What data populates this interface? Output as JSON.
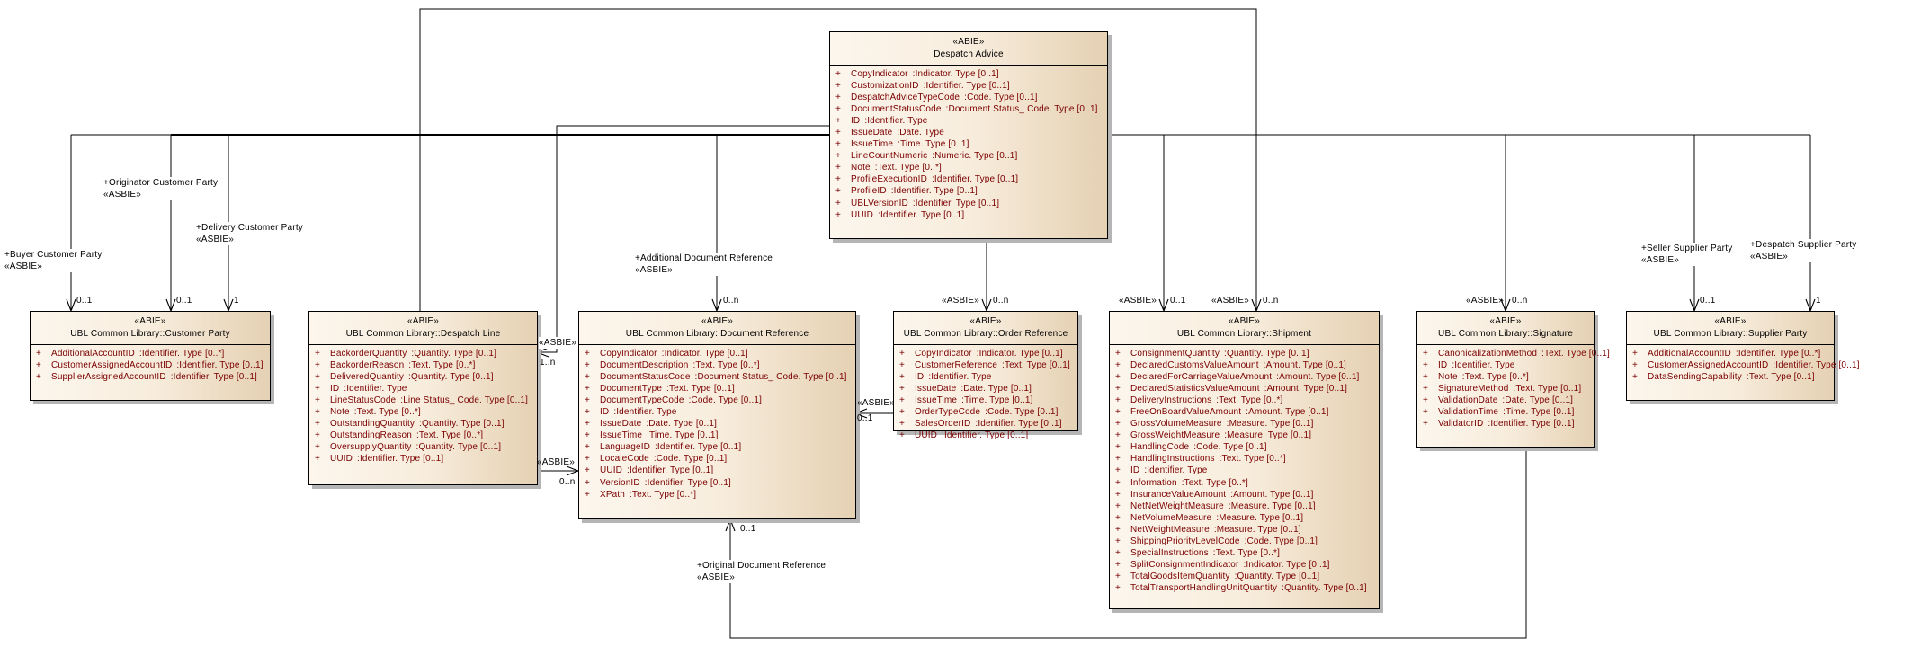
{
  "diagram": {
    "classes": {
      "despatch_advice": {
        "stereotype": "«ABIE»",
        "name": "Despatch Advice",
        "attributes": [
          {
            "visibility": "+",
            "name": "CopyIndicator",
            "type": ":Indicator. Type [0..1]"
          },
          {
            "visibility": "+",
            "name": "CustomizationID",
            "type": ":Identifier. Type [0..1]"
          },
          {
            "visibility": "+",
            "name": "DespatchAdviceTypeCode",
            "type": ":Code. Type [0..1]"
          },
          {
            "visibility": "+",
            "name": "DocumentStatusCode",
            "type": ":Document Status_ Code. Type [0..1]"
          },
          {
            "visibility": "+",
            "name": "ID",
            "type": ":Identifier. Type"
          },
          {
            "visibility": "+",
            "name": "IssueDate",
            "type": ":Date. Type"
          },
          {
            "visibility": "+",
            "name": "IssueTime",
            "type": ":Time. Type [0..1]"
          },
          {
            "visibility": "+",
            "name": "LineCountNumeric",
            "type": ":Numeric. Type [0..1]"
          },
          {
            "visibility": "+",
            "name": "Note",
            "type": ":Text. Type [0..*]"
          },
          {
            "visibility": "+",
            "name": "ProfileExecutionID",
            "type": ":Identifier. Type [0..1]"
          },
          {
            "visibility": "+",
            "name": "ProfileID",
            "type": ":Identifier. Type [0..1]"
          },
          {
            "visibility": "+",
            "name": "UBLVersionID",
            "type": ":Identifier. Type [0..1]"
          },
          {
            "visibility": "+",
            "name": "UUID",
            "type": ":Identifier. Type [0..1]"
          }
        ]
      },
      "customer_party": {
        "stereotype": "«ABIE»",
        "name": "UBL Common Library::Customer Party",
        "attributes": [
          {
            "visibility": "+",
            "name": "AdditionalAccountID",
            "type": ":Identifier. Type [0..*]"
          },
          {
            "visibility": "+",
            "name": "CustomerAssignedAccountID",
            "type": ":Identifier. Type [0..1]"
          },
          {
            "visibility": "+",
            "name": "SupplierAssignedAccountID",
            "type": ":Identifier. Type [0..1]"
          }
        ]
      },
      "despatch_line": {
        "stereotype": "«ABIE»",
        "name": "UBL Common Library::Despatch Line",
        "attributes": [
          {
            "visibility": "+",
            "name": "BackorderQuantity",
            "type": ":Quantity. Type [0..1]"
          },
          {
            "visibility": "+",
            "name": "BackorderReason",
            "type": ":Text. Type [0..*]"
          },
          {
            "visibility": "+",
            "name": "DeliveredQuantity",
            "type": ":Quantity. Type [0..1]"
          },
          {
            "visibility": "+",
            "name": "ID",
            "type": ":Identifier. Type"
          },
          {
            "visibility": "+",
            "name": "LineStatusCode",
            "type": ":Line Status_ Code. Type [0..1]"
          },
          {
            "visibility": "+",
            "name": "Note",
            "type": ":Text. Type [0..*]"
          },
          {
            "visibility": "+",
            "name": "OutstandingQuantity",
            "type": ":Quantity. Type [0..1]"
          },
          {
            "visibility": "+",
            "name": "OutstandingReason",
            "type": ":Text. Type [0..*]"
          },
          {
            "visibility": "+",
            "name": "OversupplyQuantity",
            "type": ":Quantity. Type [0..1]"
          },
          {
            "visibility": "+",
            "name": "UUID",
            "type": ":Identifier. Type [0..1]"
          }
        ]
      },
      "document_reference": {
        "stereotype": "«ABIE»",
        "name": "UBL Common Library::Document Reference",
        "attributes": [
          {
            "visibility": "+",
            "name": "CopyIndicator",
            "type": ":Indicator. Type [0..1]"
          },
          {
            "visibility": "+",
            "name": "DocumentDescription",
            "type": ":Text. Type [0..*]"
          },
          {
            "visibility": "+",
            "name": "DocumentStatusCode",
            "type": ":Document Status_ Code. Type [0..1]"
          },
          {
            "visibility": "+",
            "name": "DocumentType",
            "type": ":Text. Type [0..1]"
          },
          {
            "visibility": "+",
            "name": "DocumentTypeCode",
            "type": ":Code. Type [0..1]"
          },
          {
            "visibility": "+",
            "name": "ID",
            "type": ":Identifier. Type"
          },
          {
            "visibility": "+",
            "name": "IssueDate",
            "type": ":Date. Type [0..1]"
          },
          {
            "visibility": "+",
            "name": "IssueTime",
            "type": ":Time. Type [0..1]"
          },
          {
            "visibility": "+",
            "name": "LanguageID",
            "type": ":Identifier. Type [0..1]"
          },
          {
            "visibility": "+",
            "name": "LocaleCode",
            "type": ":Code. Type [0..1]"
          },
          {
            "visibility": "+",
            "name": "UUID",
            "type": ":Identifier. Type [0..1]"
          },
          {
            "visibility": "+",
            "name": "VersionID",
            "type": ":Identifier. Type [0..1]"
          },
          {
            "visibility": "+",
            "name": "XPath",
            "type": ":Text. Type [0..*]"
          }
        ]
      },
      "order_reference": {
        "stereotype": "«ABIE»",
        "name": "UBL Common Library::Order Reference",
        "attributes": [
          {
            "visibility": "+",
            "name": "CopyIndicator",
            "type": ":Indicator. Type [0..1]"
          },
          {
            "visibility": "+",
            "name": "CustomerReference",
            "type": ":Text. Type [0..1]"
          },
          {
            "visibility": "+",
            "name": "ID",
            "type": ":Identifier. Type"
          },
          {
            "visibility": "+",
            "name": "IssueDate",
            "type": ":Date. Type [0..1]"
          },
          {
            "visibility": "+",
            "name": "IssueTime",
            "type": ":Time. Type [0..1]"
          },
          {
            "visibility": "+",
            "name": "OrderTypeCode",
            "type": ":Code. Type [0..1]"
          },
          {
            "visibility": "+",
            "name": "SalesOrderID",
            "type": ":Identifier. Type [0..1]"
          },
          {
            "visibility": "+",
            "name": "UUID",
            "type": ":Identifier. Type [0..1]"
          }
        ]
      },
      "shipment": {
        "stereotype": "«ABIE»",
        "name": "UBL Common Library::Shipment",
        "attributes": [
          {
            "visibility": "+",
            "name": "ConsignmentQuantity",
            "type": ":Quantity. Type [0..1]"
          },
          {
            "visibility": "+",
            "name": "DeclaredCustomsValueAmount",
            "type": ":Amount. Type [0..1]"
          },
          {
            "visibility": "+",
            "name": "DeclaredForCarriageValueAmount",
            "type": ":Amount. Type [0..1]"
          },
          {
            "visibility": "+",
            "name": "DeclaredStatisticsValueAmount",
            "type": ":Amount. Type [0..1]"
          },
          {
            "visibility": "+",
            "name": "DeliveryInstructions",
            "type": ":Text. Type [0..*]"
          },
          {
            "visibility": "+",
            "name": "FreeOnBoardValueAmount",
            "type": ":Amount. Type [0..1]"
          },
          {
            "visibility": "+",
            "name": "GrossVolumeMeasure",
            "type": ":Measure. Type [0..1]"
          },
          {
            "visibility": "+",
            "name": "GrossWeightMeasure",
            "type": ":Measure. Type [0..1]"
          },
          {
            "visibility": "+",
            "name": "HandlingCode",
            "type": ":Code. Type [0..1]"
          },
          {
            "visibility": "+",
            "name": "HandlingInstructions",
            "type": ":Text. Type [0..*]"
          },
          {
            "visibility": "+",
            "name": "ID",
            "type": ":Identifier. Type"
          },
          {
            "visibility": "+",
            "name": "Information",
            "type": ":Text. Type [0..*]"
          },
          {
            "visibility": "+",
            "name": "InsuranceValueAmount",
            "type": ":Amount. Type [0..1]"
          },
          {
            "visibility": "+",
            "name": "NetNetWeightMeasure",
            "type": ":Measure. Type [0..1]"
          },
          {
            "visibility": "+",
            "name": "NetVolumeMeasure",
            "type": ":Measure. Type [0..1]"
          },
          {
            "visibility": "+",
            "name": "NetWeightMeasure",
            "type": ":Measure. Type [0..1]"
          },
          {
            "visibility": "+",
            "name": "ShippingPriorityLevelCode",
            "type": ":Code. Type [0..1]"
          },
          {
            "visibility": "+",
            "name": "SpecialInstructions",
            "type": ":Text. Type [0..*]"
          },
          {
            "visibility": "+",
            "name": "SplitConsignmentIndicator",
            "type": ":Indicator. Type [0..1]"
          },
          {
            "visibility": "+",
            "name": "TotalGoodsItemQuantity",
            "type": ":Quantity. Type [0..1]"
          },
          {
            "visibility": "+",
            "name": "TotalTransportHandlingUnitQuantity",
            "type": ":Quantity. Type [0..1]"
          }
        ]
      },
      "signature": {
        "stereotype": "«ABIE»",
        "name": "UBL Common Library::Signature",
        "attributes": [
          {
            "visibility": "+",
            "name": "CanonicalizationMethod",
            "type": ":Text. Type [0..1]"
          },
          {
            "visibility": "+",
            "name": "ID",
            "type": ":Identifier. Type"
          },
          {
            "visibility": "+",
            "name": "Note",
            "type": ":Text. Type [0..*]"
          },
          {
            "visibility": "+",
            "name": "SignatureMethod",
            "type": ":Text. Type [0..1]"
          },
          {
            "visibility": "+",
            "name": "ValidationDate",
            "type": ":Date. Type [0..1]"
          },
          {
            "visibility": "+",
            "name": "ValidationTime",
            "type": ":Time. Type [0..1]"
          },
          {
            "visibility": "+",
            "name": "ValidatorID",
            "type": ":Identifier. Type [0..1]"
          }
        ]
      },
      "supplier_party": {
        "stereotype": "«ABIE»",
        "name": "UBL Common Library::Supplier Party",
        "attributes": [
          {
            "visibility": "+",
            "name": "AdditionalAccountID",
            "type": ":Identifier. Type [0..*]"
          },
          {
            "visibility": "+",
            "name": "CustomerAssignedAccountID",
            "type": ":Identifier. Type [0..1]"
          },
          {
            "visibility": "+",
            "name": "DataSendingCapability",
            "type": ":Text. Type [0..1]"
          }
        ]
      }
    },
    "associations": {
      "buyer_customer_party": {
        "role": "+Buyer Customer Party",
        "stereotype": "«ASBIE»",
        "multiplicity": "0..1",
        "from": "Despatch Advice",
        "to": "UBL Common Library::Customer Party"
      },
      "originator_customer_party": {
        "role": "+Originator Customer Party",
        "stereotype": "«ASBIE»",
        "multiplicity": "0..1",
        "from": "Despatch Advice",
        "to": "UBL Common Library::Customer Party"
      },
      "delivery_customer_party": {
        "role": "+Delivery Customer Party",
        "stereotype": "«ASBIE»",
        "multiplicity": "1",
        "from": "Despatch Advice",
        "to": "UBL Common Library::Customer Party"
      },
      "despatch_line": {
        "stereotype": "«ASBIE»",
        "multiplicity": "1..n",
        "from": "Despatch Advice",
        "to": "UBL Common Library::Despatch Line"
      },
      "despatch_line_shipment": {
        "stereotype": "«ASBIE»",
        "multiplicity": "0..n",
        "from": "UBL Common Library::Despatch Line",
        "to": "UBL Common Library::Shipment"
      },
      "despatch_line_document_reference": {
        "stereotype": "«ASBIE»",
        "multiplicity": "0..n",
        "from": "UBL Common Library::Despatch Line",
        "to": "UBL Common Library::Document Reference"
      },
      "additional_document_reference": {
        "role": "+Additional Document Reference",
        "stereotype": "«ASBIE»",
        "multiplicity": "0..n",
        "from": "Despatch Advice",
        "to": "UBL Common Library::Document Reference"
      },
      "order_reference": {
        "stereotype": "«ASBIE»",
        "multiplicity": "0..n",
        "from": "Despatch Advice",
        "to": "UBL Common Library::Order Reference"
      },
      "order_reference_document_reference": {
        "stereotype": "«ASBIE»",
        "multiplicity": "0..1",
        "from": "UBL Common Library::Order Reference",
        "to": "UBL Common Library::Document Reference"
      },
      "shipment": {
        "stereotype": "«ASBIE»",
        "multiplicity": "0..1",
        "from": "Despatch Advice",
        "to": "UBL Common Library::Shipment"
      },
      "signature": {
        "stereotype": "«ASBIE»",
        "multiplicity": "0..n",
        "from": "Despatch Advice",
        "to": "UBL Common Library::Signature"
      },
      "seller_supplier_party": {
        "role": "+Seller Supplier Party",
        "stereotype": "«ASBIE»",
        "multiplicity": "0..1",
        "from": "Despatch Advice",
        "to": "UBL Common Library::Supplier Party"
      },
      "despatch_supplier_party": {
        "role": "+Despatch Supplier Party",
        "stereotype": "«ASBIE»",
        "multiplicity": "1",
        "from": "Despatch Advice",
        "to": "UBL Common Library::Supplier Party"
      },
      "original_document_reference": {
        "role": "+Original Document Reference",
        "stereotype": "«ASBIE»",
        "multiplicity": "0..1",
        "from": "UBL Common Library::Signature",
        "to": "UBL Common Library::Document Reference"
      }
    }
  }
}
